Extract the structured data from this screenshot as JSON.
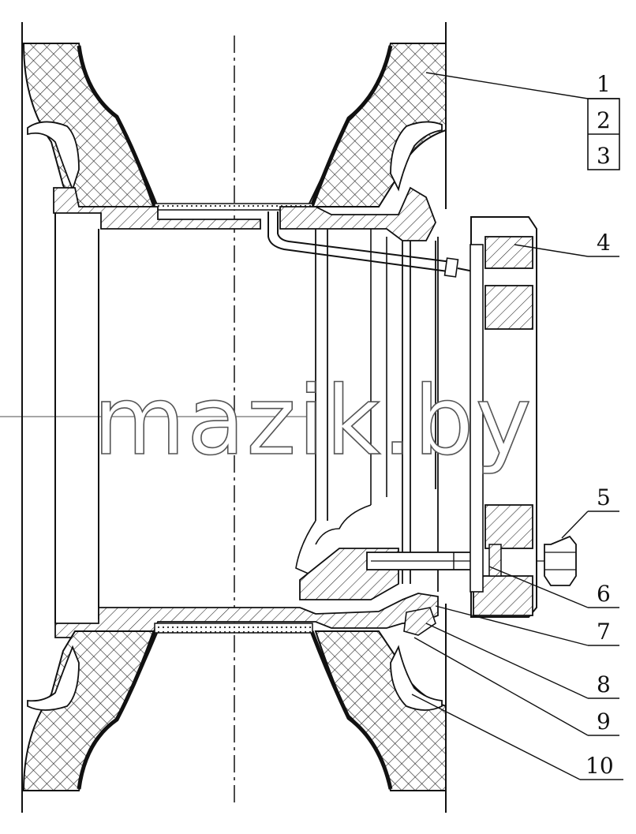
{
  "diagram": {
    "watermark": "mazik.by",
    "callouts": [
      {
        "id": "1",
        "label": "1"
      },
      {
        "id": "2",
        "label": "2"
      },
      {
        "id": "3",
        "label": "3"
      },
      {
        "id": "4",
        "label": "4"
      },
      {
        "id": "5",
        "label": "5"
      },
      {
        "id": "6",
        "label": "6"
      },
      {
        "id": "7",
        "label": "7"
      },
      {
        "id": "8",
        "label": "8"
      },
      {
        "id": "9",
        "label": "9"
      },
      {
        "id": "10",
        "label": "10"
      }
    ],
    "colors": {
      "line": "#111111",
      "hatch": "#333333",
      "background": "#ffffff"
    }
  }
}
